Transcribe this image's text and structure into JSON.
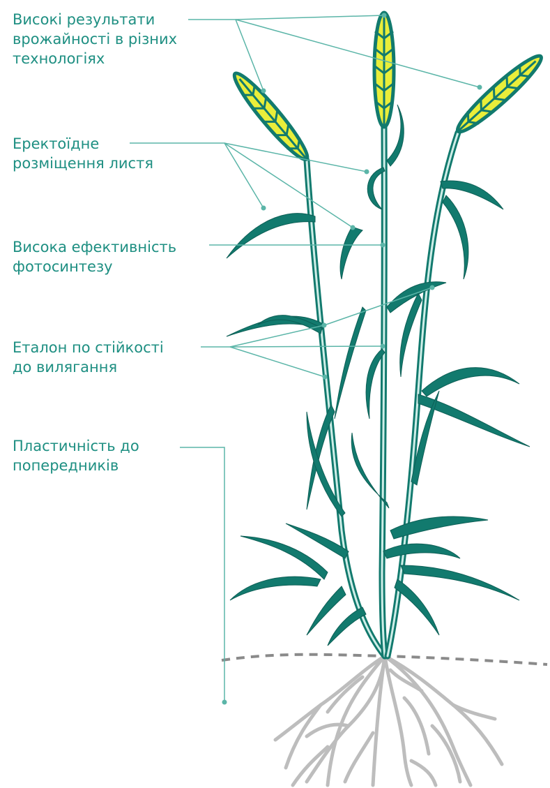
{
  "colors": {
    "text": "#1e8f82",
    "leader": "#5bb5a8",
    "stem": "#127a6e",
    "stem_light": "#cfeee8",
    "ear": "#e9ee3a",
    "roots": "#bdbdbd",
    "ground": "#8a8a8a"
  },
  "callouts": [
    {
      "line1": "Високі результати",
      "line2": "врожайності в різних",
      "line3": "технологіях"
    },
    {
      "line1": "Еректоїдне",
      "line2": "розміщення листя"
    },
    {
      "line1": "Висока ефективність",
      "line2": "фотосинтезу"
    },
    {
      "line1": "Еталон по стійкості",
      "line2": "до вилягання"
    },
    {
      "line1": "Пластичність до",
      "line2": "попередників"
    }
  ],
  "icons": [
    "wheat-plant-illustration",
    "wheat-ear-icon",
    "root-system-icon"
  ]
}
